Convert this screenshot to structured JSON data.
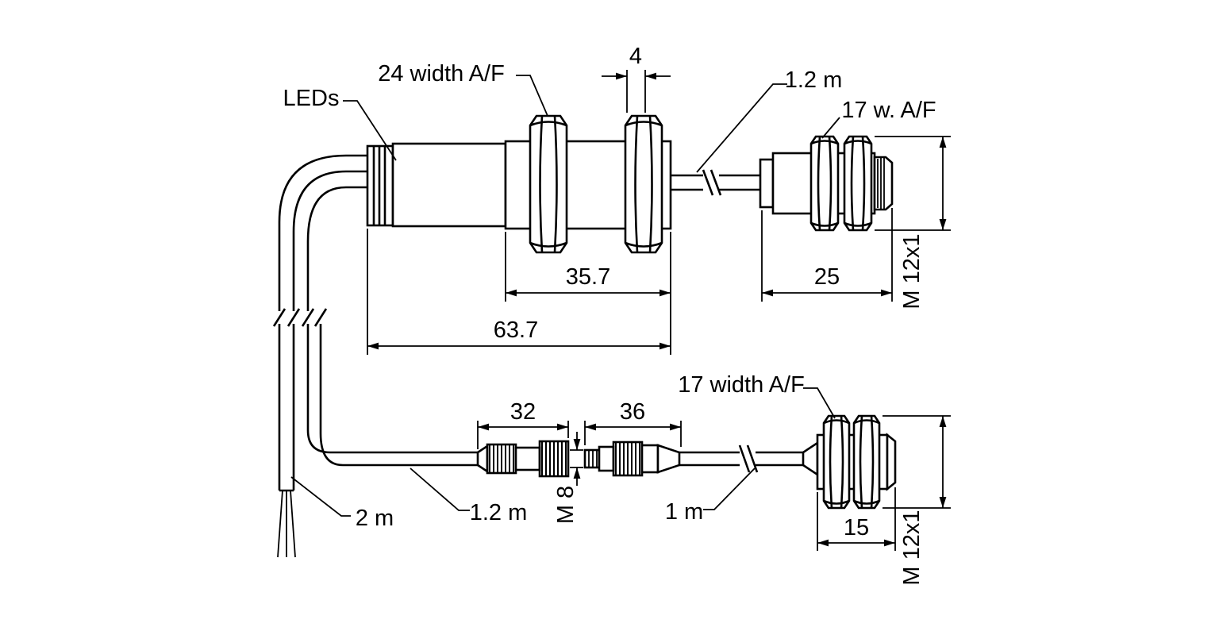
{
  "diagram": {
    "background": "#ffffff",
    "line_color": "#000000",
    "top_sensor": {
      "label_leds": "LEDs",
      "label_width_af": "24 width A/F",
      "dim_front_width": "4",
      "label_cable_length": "1.2 m",
      "dim_thread_length": "35.7",
      "dim_total_length": "63.7"
    },
    "top_connector": {
      "label_width_af": "17 w. A/F",
      "dim_length": "25",
      "thread": "M 12x1"
    },
    "m8_coupling": {
      "dim_plug_length": "32",
      "dim_socket_length": "36",
      "thread": "M 8"
    },
    "cables": {
      "leads_length": "2 m",
      "m8_cable_length": "1.2 m",
      "extension_length": "1 m"
    },
    "bottom_connector": {
      "label_width_af": "17 width A/F",
      "dim_length": "15",
      "thread": "M 12x1"
    }
  }
}
